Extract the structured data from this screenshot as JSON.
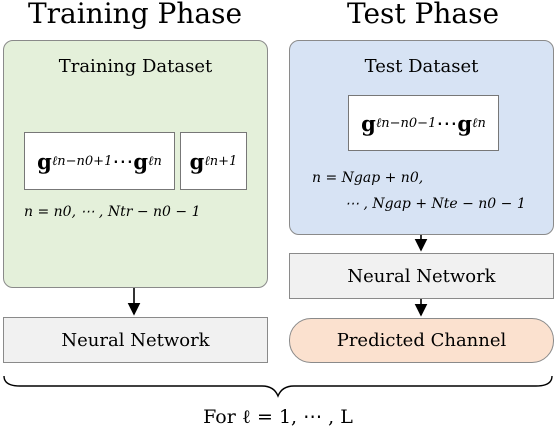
{
  "training": {
    "phase_title": "Training Phase",
    "dataset_label": "Training Dataset",
    "box1": {
      "g": "g",
      "sup": "ℓ",
      "sub": "n−n0+1",
      "dots": " ⋯ ",
      "g2": "g",
      "sup2": "ℓ",
      "sub2": "n"
    },
    "box2": {
      "g": "g",
      "sup": "ℓ",
      "sub": "n+1"
    },
    "range": "n = n0, ⋯ , Ntr − n0 − 1",
    "nn_label": "Neural Network"
  },
  "test": {
    "phase_title": "Test Phase",
    "dataset_label": "Test Dataset",
    "box1": {
      "g": "g",
      "sup": "ℓ",
      "sub": "n−n0−1",
      "dots": " ⋯ ",
      "g2": "g",
      "sup2": "ℓ",
      "sub2": "n"
    },
    "range_line1": "n = Ngap + n0,",
    "range_line2": "⋯ , Ngap + Nte − n0 − 1",
    "nn_label": "Neural Network",
    "pred_label": "Predicted Channel"
  },
  "footer": {
    "text": "For ℓ = 1, ⋯ , L"
  },
  "colors": {
    "train_panel": "#e4f0da",
    "test_panel": "#d7e3f4",
    "nn_box": "#f1f1f1",
    "pred_box": "#fbe1cf"
  }
}
